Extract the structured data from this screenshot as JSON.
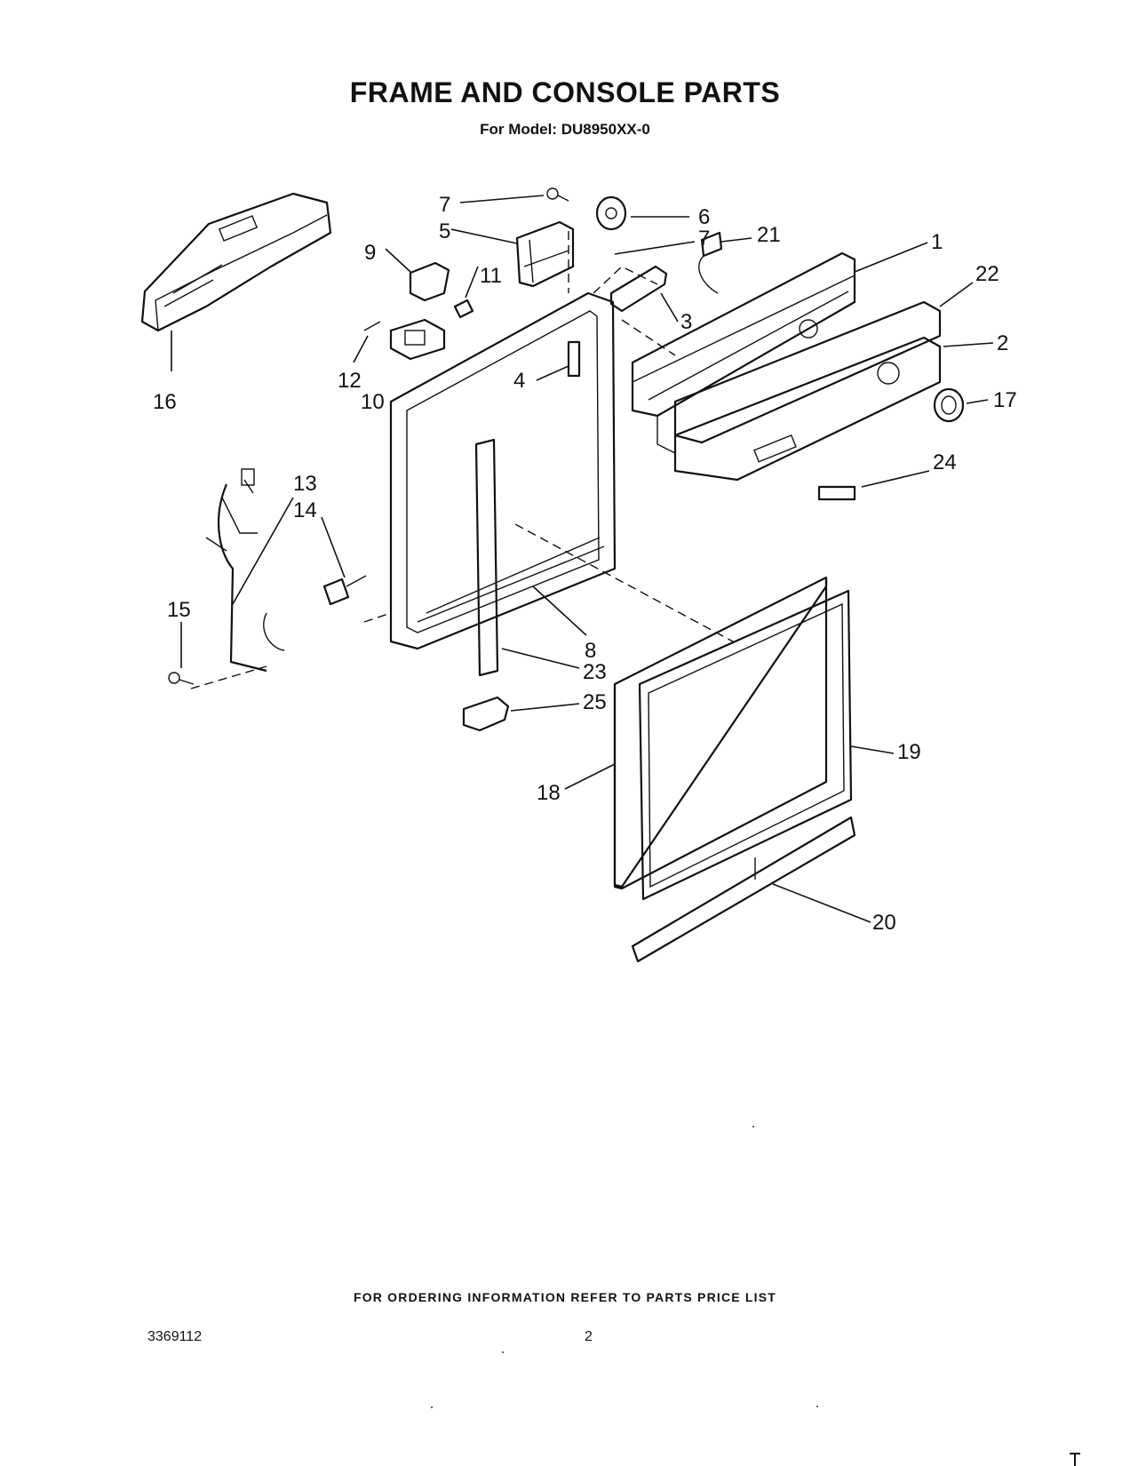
{
  "title": "FRAME AND CONSOLE PARTS",
  "subtitle": "For Model: DU8950XX-0",
  "callouts": {
    "c1": "1",
    "c2": "2",
    "c3": "3",
    "c4": "4",
    "c5": "5",
    "c6": "6",
    "c7a": "7",
    "c7b": "7",
    "c8": "8",
    "c9": "9",
    "c10": "10",
    "c11": "11",
    "c12": "12",
    "c13": "13",
    "c14": "14",
    "c15": "15",
    "c16": "16",
    "c17": "17",
    "c18": "18",
    "c19": "19",
    "c20": "20",
    "c21": "21",
    "c22": "22",
    "c23": "23",
    "c24": "24",
    "c25": "25"
  },
  "footer": {
    "ordering_note": "FOR ORDERING INFORMATION REFER TO PARTS PRICE LIST",
    "doc_number": "3369112",
    "page_number": "2"
  }
}
